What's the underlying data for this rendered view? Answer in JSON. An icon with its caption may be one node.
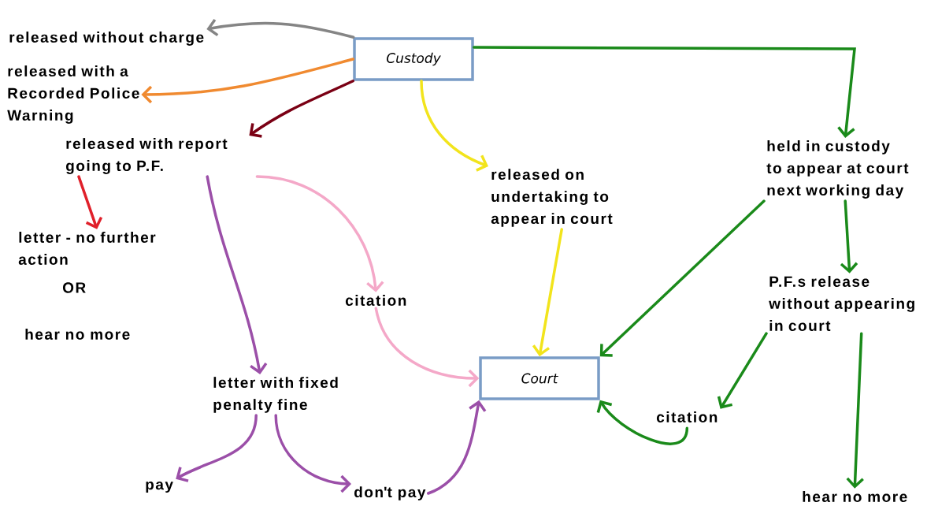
{
  "diagram": {
    "nodes": [
      {
        "text": [
          "Custody"
        ]
      },
      {
        "text": [
          "released without charge"
        ]
      },
      {
        "text": [
          "released with a Recorded Police Warning"
        ]
      },
      {
        "text": [
          "released with report going to P.F."
        ]
      },
      {
        "text": [
          "letter - no further action"
        ]
      },
      {
        "text": [
          "released on undertaking to appear in court"
        ]
      },
      {
        "text": [
          "held in custody to appear at court next working day"
        ]
      },
      {
        "text": [
          "citation"
        ]
      },
      {
        "text": [
          "letter with fixed penalty fine"
        ]
      },
      {
        "text": [
          "Court"
        ]
      },
      {
        "text": [
          "P.F.s release without appearing in court"
        ]
      },
      {
        "text": [
          "citation"
        ]
      },
      {
        "text": [
          "pay"
        ]
      },
      {
        "text": [
          "don't pay"
        ]
      },
      {
        "text": [
          "hear no more"
        ]
      }
    ],
    "edges": [
      {
        "from": 0,
        "to": 1,
        "arrow": "to",
        "color": "#858585"
      },
      {
        "from": 0,
        "to": 2,
        "arrow": "to",
        "color": "#f08a30"
      },
      {
        "from": 0,
        "to": 3,
        "arrow": "to",
        "color": "#7a0014"
      },
      {
        "from": 3,
        "to": 4,
        "arrow": "to",
        "color": "#e0202a"
      },
      {
        "from": 3,
        "to": 8,
        "arrow": "to",
        "color": "#9b4fa8"
      },
      {
        "from": 3,
        "to": 7,
        "arrow": "to",
        "color": "#f4a8c8"
      },
      {
        "from": 7,
        "to": 9,
        "arrow": "to",
        "color": "#f4a8c8"
      },
      {
        "from": 0,
        "to": 5,
        "arrow": "to",
        "color": "#f2e41c"
      },
      {
        "from": 5,
        "to": 9,
        "arrow": "to",
        "color": "#f2e41c"
      },
      {
        "from": 0,
        "to": 6,
        "arrow": "to",
        "color": "#1a8a1a"
      },
      {
        "from": 6,
        "to": 9,
        "arrow": "to",
        "color": "#1a8a1a"
      },
      {
        "from": 6,
        "to": 10,
        "arrow": "to",
        "color": "#1a8a1a"
      },
      {
        "from": 10,
        "to": 11,
        "arrow": "to",
        "color": "#1a8a1a"
      },
      {
        "from": 10,
        "to": 14,
        "arrow": "to",
        "color": "#1a8a1a"
      },
      {
        "from": 11,
        "to": 9,
        "arrow": "to",
        "color": "#1a8a1a"
      },
      {
        "from": 8,
        "to": 12,
        "arrow": "to",
        "color": "#9b4fa8"
      },
      {
        "from": 8,
        "to": 13,
        "arrow": "to",
        "color": "#9b4fa8"
      },
      {
        "from": 13,
        "to": 9,
        "arrow": "to",
        "color": "#9b4fa8"
      }
    ],
    "labels": [
      "OR",
      "hear no more"
    ]
  }
}
